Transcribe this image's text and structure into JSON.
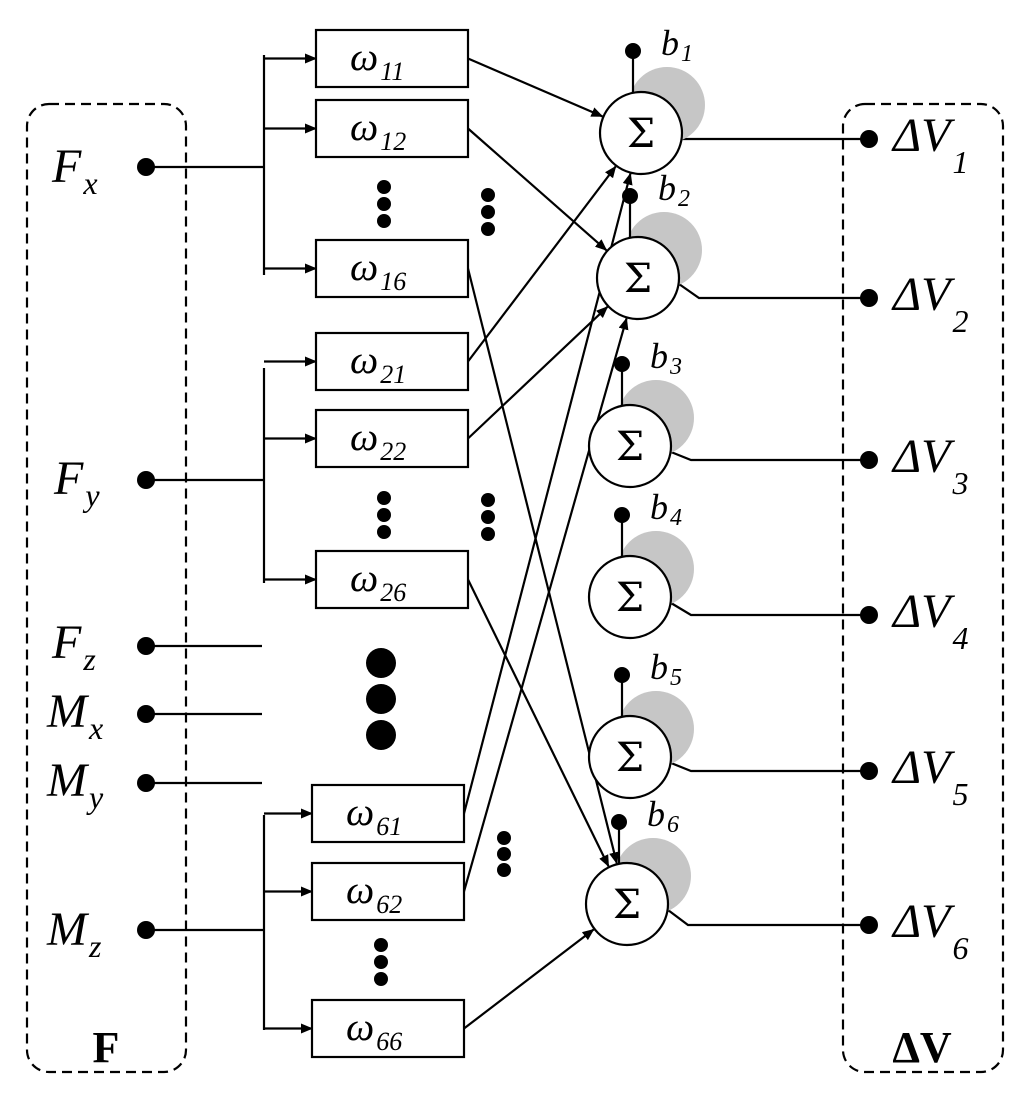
{
  "inputs": {
    "group_label": "F",
    "items": [
      {
        "base": "F",
        "sub": "x"
      },
      {
        "base": "F",
        "sub": "y"
      },
      {
        "base": "F",
        "sub": "z"
      },
      {
        "base": "M",
        "sub": "x"
      },
      {
        "base": "M",
        "sub": "y"
      },
      {
        "base": "M",
        "sub": "z"
      }
    ]
  },
  "weights": [
    {
      "base": "ω",
      "sub": "11"
    },
    {
      "base": "ω",
      "sub": "12"
    },
    {
      "base": "ω",
      "sub": "16"
    },
    {
      "base": "ω",
      "sub": "21"
    },
    {
      "base": "ω",
      "sub": "22"
    },
    {
      "base": "ω",
      "sub": "26"
    },
    {
      "base": "ω",
      "sub": "61"
    },
    {
      "base": "ω",
      "sub": "62"
    },
    {
      "base": "ω",
      "sub": "66"
    }
  ],
  "summers": {
    "symbol": "Σ",
    "biases": [
      {
        "base": "b",
        "sub": "1"
      },
      {
        "base": "b",
        "sub": "2"
      },
      {
        "base": "b",
        "sub": "3"
      },
      {
        "base": "b",
        "sub": "4"
      },
      {
        "base": "b",
        "sub": "5"
      },
      {
        "base": "b",
        "sub": "6"
      }
    ]
  },
  "outputs": {
    "group_label": "ΔV",
    "items": [
      {
        "base": "ΔV",
        "sub": "1"
      },
      {
        "base": "ΔV",
        "sub": "2"
      },
      {
        "base": "ΔV",
        "sub": "3"
      },
      {
        "base": "ΔV",
        "sub": "4"
      },
      {
        "base": "ΔV",
        "sub": "5"
      },
      {
        "base": "ΔV",
        "sub": "6"
      }
    ]
  }
}
